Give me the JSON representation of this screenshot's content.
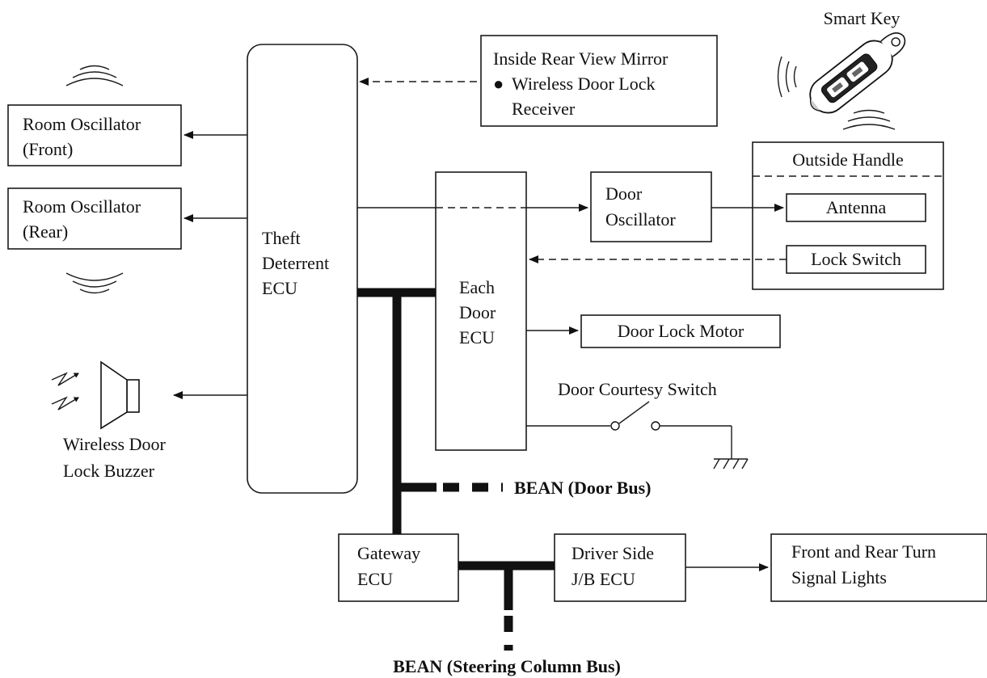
{
  "diagram": {
    "smart_key": "Smart Key",
    "mirror": {
      "title": "Inside Rear View Mirror",
      "bullet": "●",
      "item_line1": "Wireless Door Lock",
      "item_line2": "Receiver"
    },
    "room_osc_front": {
      "line1": "Room Oscillator",
      "line2": "(Front)"
    },
    "room_osc_rear": {
      "line1": "Room Oscillator",
      "line2": "(Rear)"
    },
    "theft_ecu": {
      "line1": "Theft",
      "line2": "Deterrent",
      "line3": "ECU"
    },
    "door_ecu": {
      "line1": "Each",
      "line2": "Door",
      "line3": "ECU"
    },
    "door_osc": {
      "line1": "Door",
      "line2": "Oscillator"
    },
    "outside_handle": {
      "title": "Outside Handle",
      "antenna": "Antenna",
      "lock_switch": "Lock Switch"
    },
    "door_lock_motor": "Door Lock Motor",
    "courtesy_switch": "Door Courtesy Switch",
    "buzzer": {
      "line1": "Wireless Door",
      "line2": "Lock Buzzer"
    },
    "bean_door": "BEAN (Door Bus)",
    "gateway": {
      "line1": "Gateway",
      "line2": "ECU"
    },
    "jb_ecu": {
      "line1": "Driver Side",
      "line2": "J/B ECU"
    },
    "turn_lights": {
      "line1": "Front and Rear Turn",
      "line2": "Signal Lights"
    },
    "bean_steering": "BEAN (Steering Column Bus)"
  }
}
